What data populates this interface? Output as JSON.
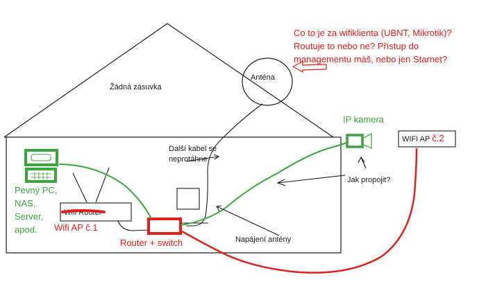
{
  "colors": {
    "ink": "#1a1a1a",
    "red": "#e0201c",
    "green": "#3aa53a"
  },
  "labels": {
    "no_socket": "Žádná zásuvka",
    "antenna": "Anténa",
    "question_lines": [
      "Co to je za wifiklienta (UBNT, Mikrotik)?",
      "Routuje to nebo ne? Přístup do",
      "managementu máš, nebo jen Starnet?"
    ],
    "ip_camera": "IP kamera",
    "wifi_ap2": {
      "black_part": "WIFI AP ",
      "red_part": "č.2"
    },
    "cable_note": [
      "Další kabel se",
      "neprotáhne"
    ],
    "how_connect": "Jak propojit?",
    "pc_lines": [
      "Pevný PC,",
      "NAS,",
      "Server,",
      "apod."
    ],
    "wifi_router_box": "Wifi Router",
    "wifi_ap1": "Wifi AP č.1",
    "router_switch": "Router + switch",
    "antenna_power": "Napájení antény"
  }
}
